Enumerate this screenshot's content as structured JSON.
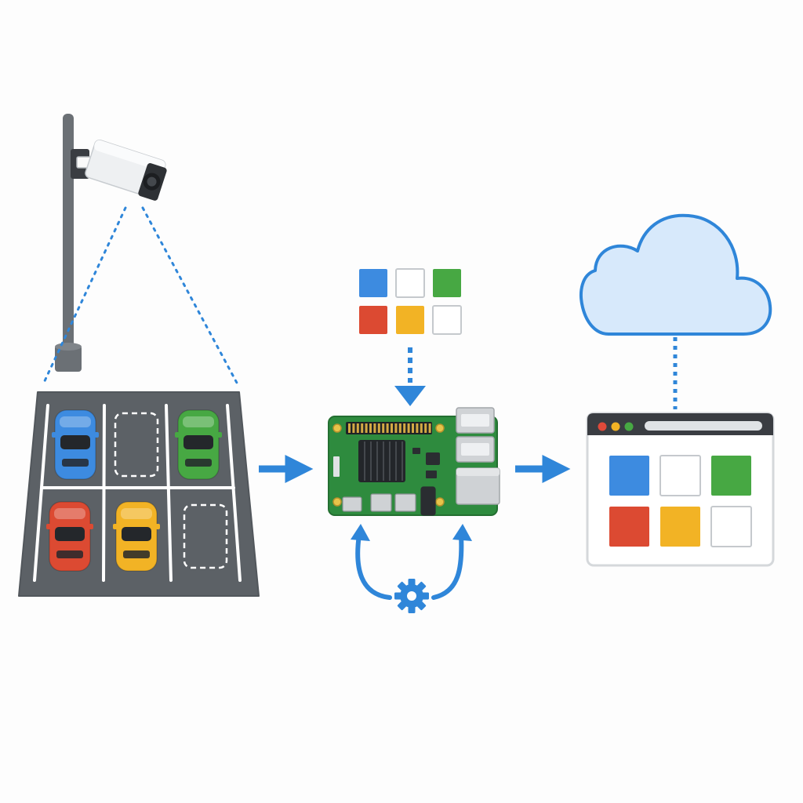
{
  "colors": {
    "background": "#fdfdfd",
    "accent_blue": "#2f86d9",
    "lot_asphalt": "#5c6166",
    "lot_line": "#ffffff",
    "pole": "#6b7075",
    "camera_body": "#e9ecef",
    "board_green": "#2e8b3e",
    "heatsink": "#23262a",
    "cloud_fill": "#d7e9fb",
    "cloud_stroke": "#2f86d9",
    "window_bar": "#3a3d42"
  },
  "parking_lot": {
    "spots": [
      {
        "row": 0,
        "col": 0,
        "state": "occupied",
        "car_color": "#3d8be0"
      },
      {
        "row": 0,
        "col": 1,
        "state": "empty"
      },
      {
        "row": 0,
        "col": 2,
        "state": "occupied",
        "car_color": "#47a843"
      },
      {
        "row": 1,
        "col": 0,
        "state": "occupied",
        "car_color": "#dc4a32"
      },
      {
        "row": 1,
        "col": 1,
        "state": "occupied",
        "car_color": "#f2b325"
      },
      {
        "row": 1,
        "col": 2,
        "state": "empty"
      }
    ]
  },
  "status_grid": {
    "cells": [
      "#3d8be0",
      "#ffffff",
      "#47a843",
      "#dc4a32",
      "#f2b325",
      "#ffffff"
    ]
  },
  "dashboard": {
    "traffic_lights": [
      "#e04a3a",
      "#f2b325",
      "#47a843"
    ],
    "cells": [
      "#3d8be0",
      "#ffffff",
      "#47a843",
      "#dc4a32",
      "#f2b325",
      "#ffffff"
    ]
  },
  "icons": {
    "camera": "security-camera-icon",
    "board": "single-board-computer-icon",
    "gear": "gear-icon",
    "cloud": "cloud-icon",
    "browser": "browser-window-icon"
  }
}
